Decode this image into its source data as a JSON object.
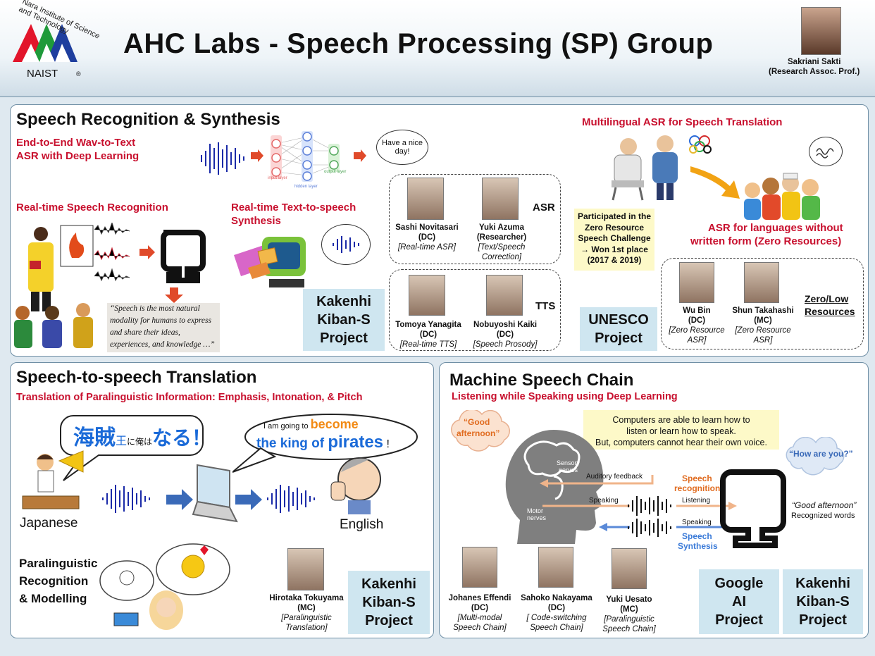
{
  "header": {
    "title": "AHC Labs - Speech Processing (SP) Group",
    "logo_text": "Nara Institute of Science and Technology",
    "logo_abbr": "NAIST",
    "logo_reg": "®",
    "person_name": "Sakriani Sakti",
    "person_role": "(Research Assoc. Prof.)"
  },
  "recog": {
    "title": "Speech Recognition & Synthesis",
    "e2e_l1": "End-to-End Wav-to-Text",
    "e2e_l2": "ASR with Deep Learning",
    "input_layer": "input layer",
    "hidden_layer": "hidden layer",
    "output_layer": "output layer",
    "bubble": "Have a nice day!",
    "realtime_asr": "Real-time Speech Recognition",
    "tts_l1": "Real-time Text-to-speech",
    "tts_l2": "Synthesis",
    "quote_l1": "“Speech is the most natural",
    "quote_l2": "modality for humans to express",
    "quote_l3": "and share their ideas,",
    "quote_l4": "experiences, and knowledge …”",
    "project_l1": "Kakenhi",
    "project_l2": "Kiban-S",
    "project_l3": "Project",
    "asr_label": "ASR",
    "tts_label": "TTS",
    "people": [
      {
        "name": "Sashi Novitasari",
        "role": "(DC)",
        "desc": "[Real-time ASR]",
        "desc2": ""
      },
      {
        "name": "Yuki Azuma",
        "role": "(Researcher)",
        "desc": "[Text/Speech",
        "desc2": "Correction]"
      },
      {
        "name": "Tomoya Yanagita",
        "role": "(DC)",
        "desc": "[Real-time TTS]",
        "desc2": ""
      },
      {
        "name": "Nobuyoshi Kaiki",
        "role": "(DC)",
        "desc": "[Speech Prosody]",
        "desc2": ""
      }
    ],
    "multi_title": "Multilingual ASR for Speech Translation",
    "zero_l1": "Participated in the",
    "zero_l2": "Zero Resource",
    "zero_l3": "Speech Challenge",
    "zero_l4": "→ Won 1st place",
    "zero_l5": "(2017 & 2019)",
    "asr_zero_l1": "ASR for languages without",
    "asr_zero_l2": "written form (Zero Resources)",
    "unesco_l1": "UNESCO",
    "unesco_l2": "Project",
    "zerolow_l1": "Zero/Low",
    "zerolow_l2": "Resources",
    "people2": [
      {
        "name": "Wu Bin",
        "role": "(DC)",
        "desc": "[Zero Resource",
        "desc2": "ASR]"
      },
      {
        "name": "Shun Takahashi",
        "role": "(MC)",
        "desc": "[Zero Resource",
        "desc2": "ASR]"
      }
    ]
  },
  "s2s": {
    "title": "Speech-to-speech Translation",
    "subtitle": "Translation of Paralinguistic Information: Emphasis, Intonation, & Pitch",
    "jp_text_a": "海賊",
    "jp_text_b": "王",
    "jp_text_c": "に俺は",
    "jp_text_d": "なる！",
    "en_l1a": "I am going to ",
    "en_l1b": "become",
    "en_l2a": "the king of ",
    "en_l2b": "pirates",
    "en_l2c": " !",
    "japanese": "Japanese",
    "english": "English",
    "para_l1": "Paralinguistic",
    "para_l2": "Recognition",
    "para_l3": "& Modelling",
    "person": {
      "name": "Hirotaka Tokuyama",
      "role": "(MC)",
      "desc": "[Paralinguistic",
      "desc2": "Translation]"
    },
    "project_l1": "Kakenhi",
    "project_l2": "Kiban-S",
    "project_l3": "Project"
  },
  "chain": {
    "title": "Machine Speech Chain",
    "subtitle": "Listening while Speaking using Deep Learning",
    "good_afternoon_l1": "“Good",
    "good_afternoon_l2": "afternoon”",
    "note_l1": "Computers are able to learn how to",
    "note_l2": "listen or learn how to speak.",
    "note_l3": "But, computers cannot hear their own voice.",
    "how_are_you": "“How are you?”",
    "sensory_l1": "Sensory",
    "sensory_l2": "nerves",
    "motor_l1": "Motor",
    "motor_l2": "nerves",
    "auditory_feedback": "Auditory feedback",
    "speaking": "Speaking",
    "listening": "Listening",
    "speaking2": "Speaking",
    "sr_l1": "Speech",
    "sr_l2": "recognition",
    "ss_l1": "Speech",
    "ss_l2": "Synthesis",
    "recog_quote": "“Good afternoon”",
    "recog_words": "Recognized words",
    "people": [
      {
        "name": "Johanes Effendi",
        "role": "(DC)",
        "desc": "[Multi-modal",
        "desc2": "Speech Chain]"
      },
      {
        "name": "Sahoko Nakayama",
        "role": "(DC)",
        "desc": "[ Code-switching",
        "desc2": "Speech Chain]"
      },
      {
        "name": "Yuki Uesato",
        "role": "(MC)",
        "desc": "[Paralinguistic",
        "desc2": "Speech Chain]"
      }
    ],
    "google_l1": "Google",
    "google_l2": "AI",
    "google_l3": "Project",
    "project_l1": "Kakenhi",
    "project_l2": "Kiban-S",
    "project_l3": "Project"
  },
  "colors": {
    "accent_red": "#c8102e",
    "project_bg": "#cfe6f0",
    "orange": "#e06b1f",
    "blue_wave": "#1a2aa8"
  }
}
